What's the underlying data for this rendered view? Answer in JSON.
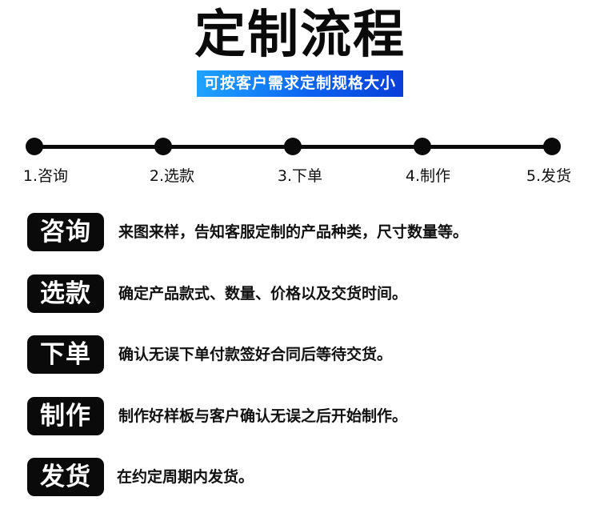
{
  "header": {
    "title": "定制流程",
    "subtitle": "可按客户需求定制规格大小"
  },
  "timeline": {
    "steps": [
      {
        "label": "1.咨询"
      },
      {
        "label": "2.选款"
      },
      {
        "label": "3.下单"
      },
      {
        "label": "4.制作"
      },
      {
        "label": "5.发货"
      }
    ]
  },
  "process": {
    "rows": [
      {
        "badge": "咨询",
        "text": "来图来样，告知客服定制的产品种类，尺寸数量等。"
      },
      {
        "badge": "选款",
        "text": "确定产品款式、数量、价格以及交货时间。"
      },
      {
        "badge": "下单",
        "text": "确认无误下单付款签好合同后等待交货。"
      },
      {
        "badge": "制作",
        "text": "制作好样板与客户确认无误之后开始制作。"
      },
      {
        "badge": "发货",
        "text": "在约定周期内发货。"
      }
    ]
  },
  "colors": {
    "text": "#0a0a0a",
    "badge_bg": "#0a0a0a",
    "subtitle_gradient_start": "#1fa4ff",
    "subtitle_gradient_end": "#0a3fd6"
  }
}
